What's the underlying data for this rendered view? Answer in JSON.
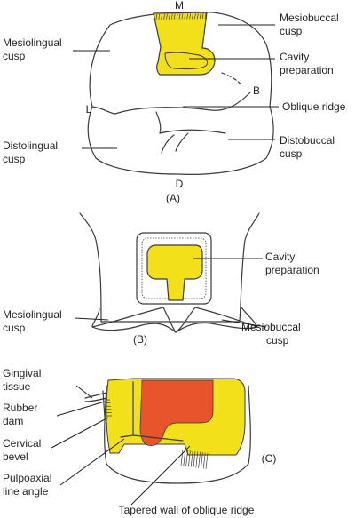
{
  "colors": {
    "cavity": "#f2e01a",
    "pulp_floor": "#e8542c",
    "outline": "#3a3a3a",
    "text": "#231f20"
  },
  "panel_a": {
    "caption": "(A)",
    "directions": {
      "mesial": "M",
      "distal": "D",
      "lingual": "L",
      "buccal": "B"
    },
    "labels": {
      "mesiolingual_cusp": [
        "Mesiolingual",
        "cusp"
      ],
      "mesiobuccal_cusp": [
        "Mesiobuccal",
        "cusp"
      ],
      "cavity_preparation": [
        "Cavity",
        "preparation"
      ],
      "oblique_ridge": [
        "Oblique ridge"
      ],
      "distolingual_cusp": [
        "Distolingual",
        "cusp"
      ],
      "distobuccal_cusp": [
        "Distobuccal",
        "cusp"
      ]
    }
  },
  "panel_b": {
    "caption": "(B)",
    "labels": {
      "cavity_preparation": [
        "Cavity",
        "preparation"
      ],
      "mesiolingual_cusp": [
        "Mesiolingual",
        "cusp"
      ],
      "mesiobuccal_cusp": [
        "Mesiobuccal",
        "cusp"
      ]
    }
  },
  "panel_c": {
    "caption": "(C)",
    "labels": {
      "gingival_tissue": [
        "Gingival",
        "tissue"
      ],
      "rubber_dam": [
        "Rubber",
        "dam"
      ],
      "cervical_bevel": [
        "Cervical",
        "bevel"
      ],
      "pulpoaxial_line_angle": [
        "Pulpoaxial",
        "line angle"
      ],
      "tapered_wall": [
        "Tapered wall of oblique ridge"
      ]
    }
  }
}
